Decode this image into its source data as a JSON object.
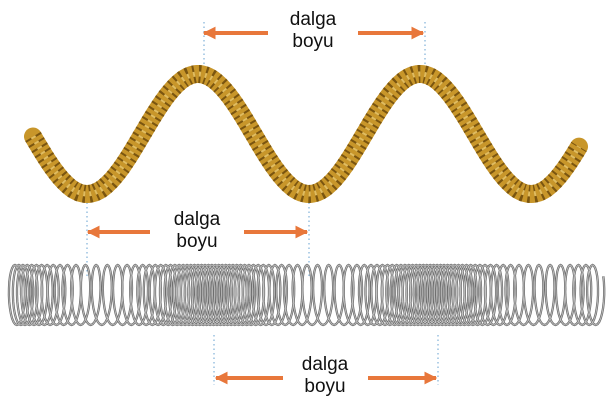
{
  "labels": {
    "top": {
      "line1": "dalga",
      "line2": "boyu"
    },
    "middle": {
      "line1": "dalga",
      "line2": "boyu"
    },
    "bottom": {
      "line1": "dalga",
      "line2": "boyu"
    }
  },
  "colors": {
    "arrow": "#e8773b",
    "guide": "#7fb0d8",
    "rope_base": "#c8962a",
    "rope_dark": "#7a5510",
    "rope_light": "#f2cf6e",
    "spring": "#6e6e6e"
  }
}
